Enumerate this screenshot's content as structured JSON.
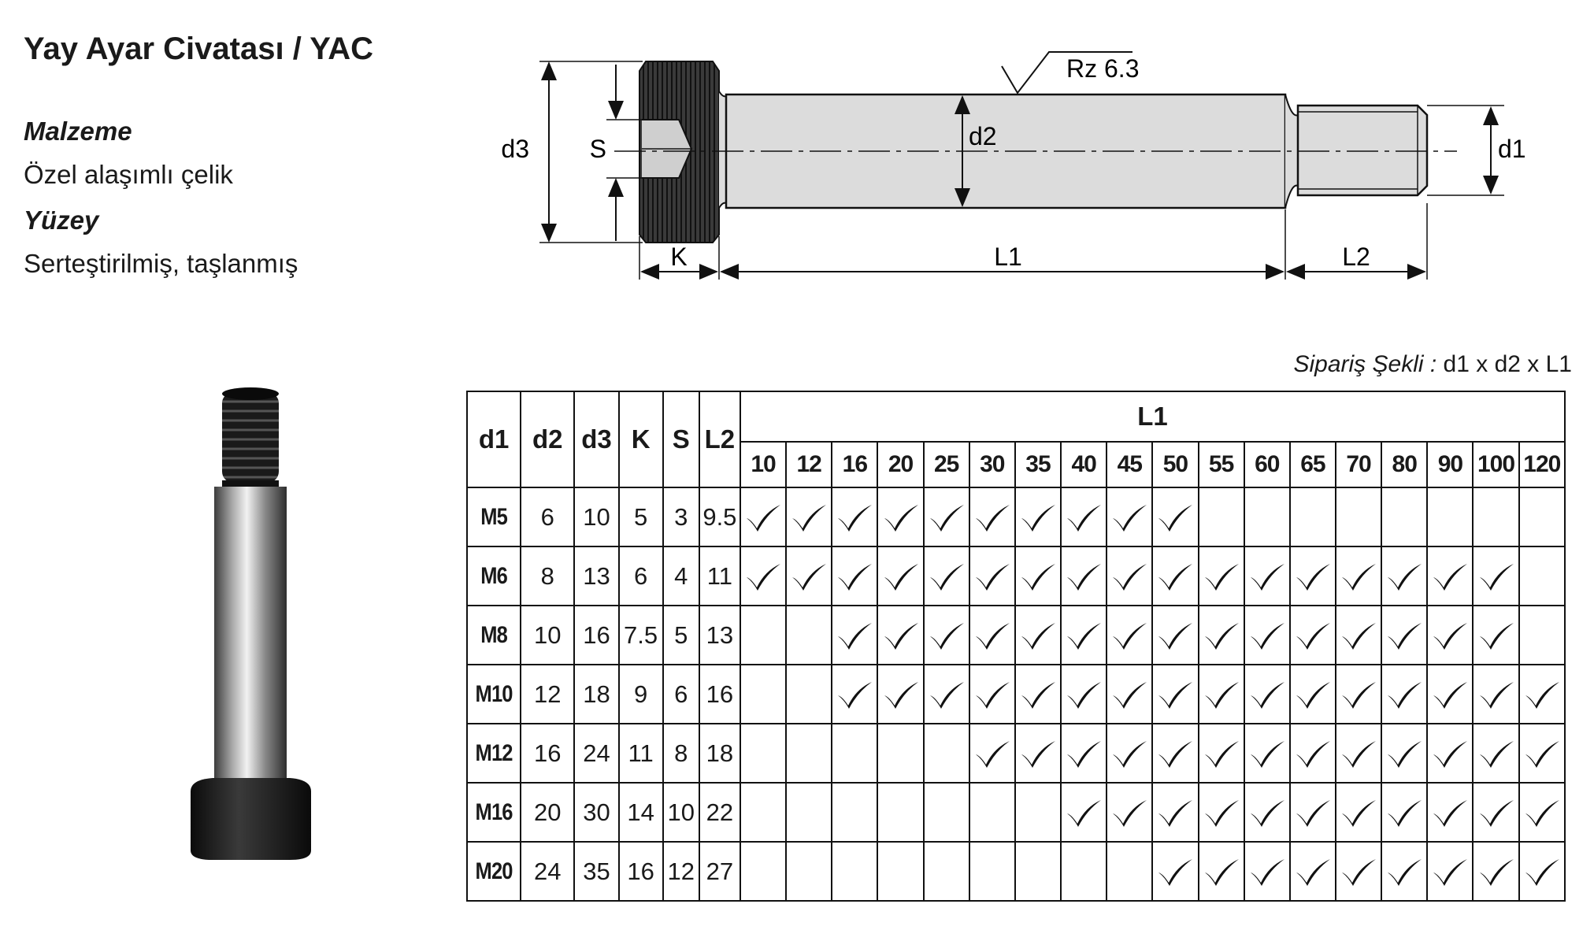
{
  "title": "Yay Ayar Civatası / YAC",
  "material_label": "Malzeme",
  "material_value": "Özel alaşımlı çelik",
  "surface_label": "Yüzey",
  "surface_value": "Serteştirilmiş, taşlanmış",
  "drawing": {
    "roughness": "Rz 6.3",
    "labels": {
      "d3": "d3",
      "s": "S",
      "d2": "d2",
      "d1": "d1",
      "k": "K",
      "l1": "L1",
      "l2": "L2"
    }
  },
  "order_form": {
    "label": "Sipariş Şekli :",
    "formula": "d1 x d2 x L1"
  },
  "table": {
    "headers": [
      "d1",
      "d2",
      "d3",
      "K",
      "S",
      "L2"
    ],
    "l1_header": "L1",
    "l1_values": [
      "10",
      "12",
      "16",
      "20",
      "25",
      "30",
      "35",
      "40",
      "45",
      "50",
      "55",
      "60",
      "65",
      "70",
      "80",
      "90",
      "100",
      "120"
    ],
    "rows": [
      {
        "d1": "M5",
        "d2": "6",
        "d3": "10",
        "k": "5",
        "s": "3",
        "l2": "9.5",
        "avail": [
          1,
          1,
          1,
          1,
          1,
          1,
          1,
          1,
          1,
          1,
          0,
          0,
          0,
          0,
          0,
          0,
          0,
          0
        ]
      },
      {
        "d1": "M6",
        "d2": "8",
        "d3": "13",
        "k": "6",
        "s": "4",
        "l2": "11",
        "avail": [
          1,
          1,
          1,
          1,
          1,
          1,
          1,
          1,
          1,
          1,
          1,
          1,
          1,
          1,
          1,
          1,
          1,
          0
        ]
      },
      {
        "d1": "M8",
        "d2": "10",
        "d3": "16",
        "k": "7.5",
        "s": "5",
        "l2": "13",
        "avail": [
          0,
          0,
          1,
          1,
          1,
          1,
          1,
          1,
          1,
          1,
          1,
          1,
          1,
          1,
          1,
          1,
          1,
          0
        ]
      },
      {
        "d1": "M10",
        "d2": "12",
        "d3": "18",
        "k": "9",
        "s": "6",
        "l2": "16",
        "avail": [
          0,
          0,
          1,
          1,
          1,
          1,
          1,
          1,
          1,
          1,
          1,
          1,
          1,
          1,
          1,
          1,
          1,
          1
        ]
      },
      {
        "d1": "M12",
        "d2": "16",
        "d3": "24",
        "k": "11",
        "s": "8",
        "l2": "18",
        "avail": [
          0,
          0,
          0,
          0,
          0,
          1,
          1,
          1,
          1,
          1,
          1,
          1,
          1,
          1,
          1,
          1,
          1,
          1
        ]
      },
      {
        "d1": "M16",
        "d2": "20",
        "d3": "30",
        "k": "14",
        "s": "10",
        "l2": "22",
        "avail": [
          0,
          0,
          0,
          0,
          0,
          0,
          0,
          1,
          1,
          1,
          1,
          1,
          1,
          1,
          1,
          1,
          1,
          1
        ]
      },
      {
        "d1": "M20",
        "d2": "24",
        "d3": "35",
        "k": "16",
        "s": "12",
        "l2": "27",
        "avail": [
          0,
          0,
          0,
          0,
          0,
          0,
          0,
          0,
          0,
          1,
          1,
          1,
          1,
          1,
          1,
          1,
          1,
          1
        ]
      }
    ]
  }
}
